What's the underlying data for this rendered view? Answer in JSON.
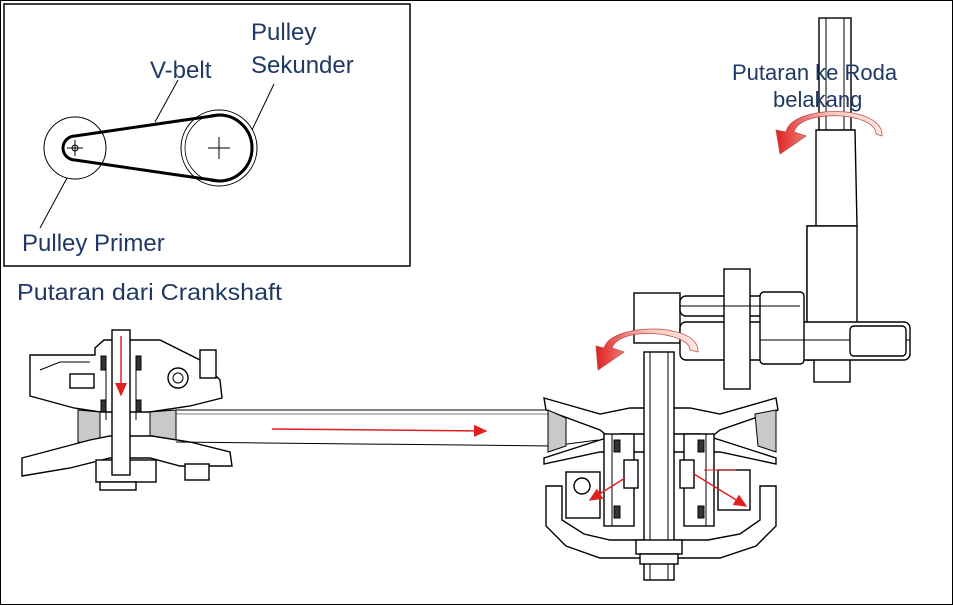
{
  "inset": {
    "v_belt": "V-belt",
    "pulley_sekunder_line1": "Pulley",
    "pulley_sekunder_line2": "Sekunder",
    "pulley_primer": "Pulley Primer"
  },
  "labels": {
    "crankshaft": "Putaran dari Crankshaft",
    "rear_wheel_line1": "Putaran ke Roda",
    "rear_wheel_line2": "belakang"
  },
  "colors": {
    "text": "#1f3864",
    "arrow_red": "#e02020",
    "rotation_arrow_fill": "#f4b8b0"
  }
}
